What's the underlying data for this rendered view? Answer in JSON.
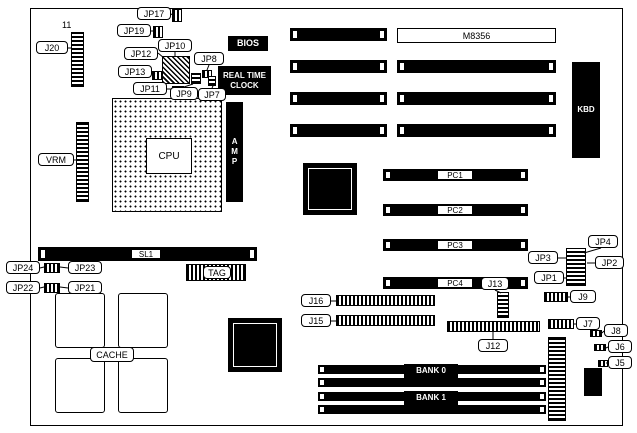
{
  "diagram": {
    "model": "M8356",
    "ref_number": "11"
  },
  "labels": {
    "j20": "J20",
    "jp17": "JP17",
    "jp19": "JP19",
    "jp12": "JP12",
    "jp10": "JP10",
    "jp8": "JP8",
    "jp13": "JP13",
    "jp11": "JP11",
    "jp9": "JP9",
    "jp7": "JP7",
    "bios": "BIOS",
    "rtc": "REAL TIME CLOCK",
    "kbd": "KBD",
    "vrm": "VRM",
    "cpu": "CPU",
    "amp": "AMP",
    "pc1": "PC1",
    "pc2": "PC2",
    "pc3": "PC3",
    "pc4": "PC4",
    "sl1": "SL1",
    "tag": "TAG",
    "jp24": "JP24",
    "jp23": "JP23",
    "jp22": "JP22",
    "jp21": "JP21",
    "cache": "CACHE",
    "j16": "J16",
    "j15": "J15",
    "j13": "J13",
    "j12": "J12",
    "jp4": "JP4",
    "jp3": "JP3",
    "jp2": "JP2",
    "jp1": "JP1",
    "j9": "J9",
    "j8": "J8",
    "j7": "J7",
    "j6": "J6",
    "j5": "J5",
    "bank0": "BANK 0",
    "bank1": "BANK 1"
  },
  "colors": {
    "line": "#000000",
    "board": "#ffffff",
    "fill": "#000000"
  }
}
